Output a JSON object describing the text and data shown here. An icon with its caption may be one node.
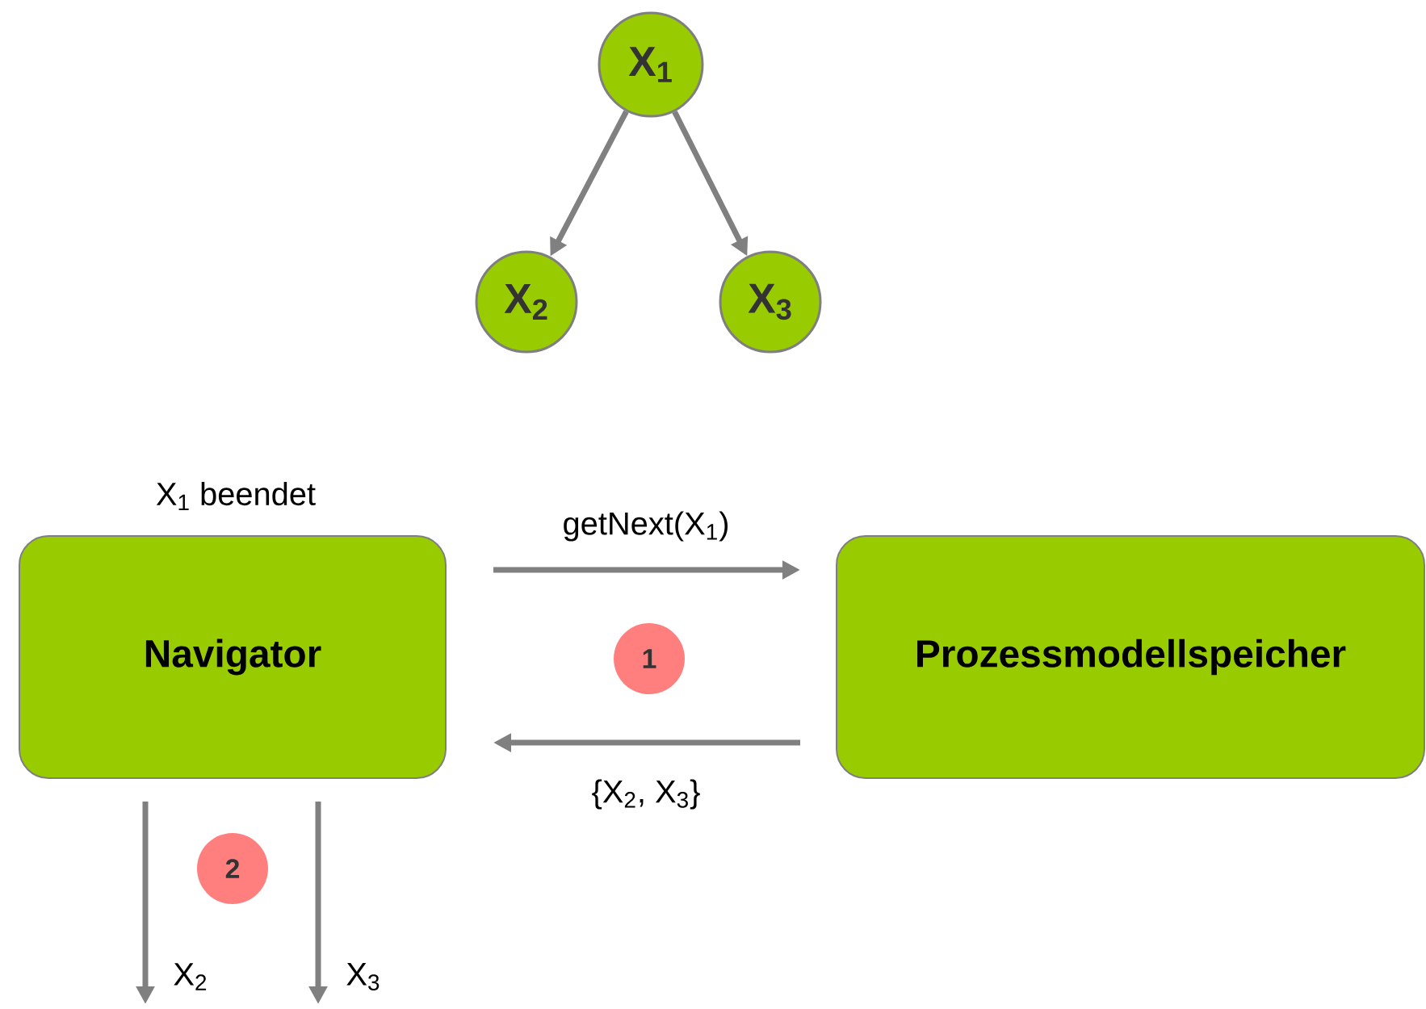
{
  "diagram": {
    "nodes": [
      {
        "text": [
          "X$_{1}$"
        ]
      },
      {
        "text": [
          "X$_{2}$"
        ]
      },
      {
        "text": [
          "X$_{3}$"
        ]
      },
      {
        "text": [
          "Navigator"
        ],
        "beside": [
          "X$_{1}$ beendet"
        ]
      },
      {
        "text": [
          "Prozessmodellspeicher"
        ]
      },
      {
        "text": [
          "1"
        ]
      },
      {
        "text": [
          "2"
        ]
      }
    ],
    "edges": [
      {
        "from": 0,
        "to": 1,
        "arrow": "to"
      },
      {
        "from": 0,
        "to": 2,
        "arrow": "to"
      },
      {
        "from": 3,
        "to": 4,
        "arrow": "to",
        "label": "getNext(X$_{1}$)"
      },
      {
        "from": 4,
        "to": 3,
        "arrow": "to",
        "label": "{X$_{2}$, X$_{3}$}"
      },
      {
        "from": 3,
        "to": null,
        "arrow": "to",
        "label": "X$_{2}$"
      },
      {
        "from": 3,
        "to": null,
        "arrow": "to",
        "label": "X$_{3}$"
      }
    ]
  }
}
